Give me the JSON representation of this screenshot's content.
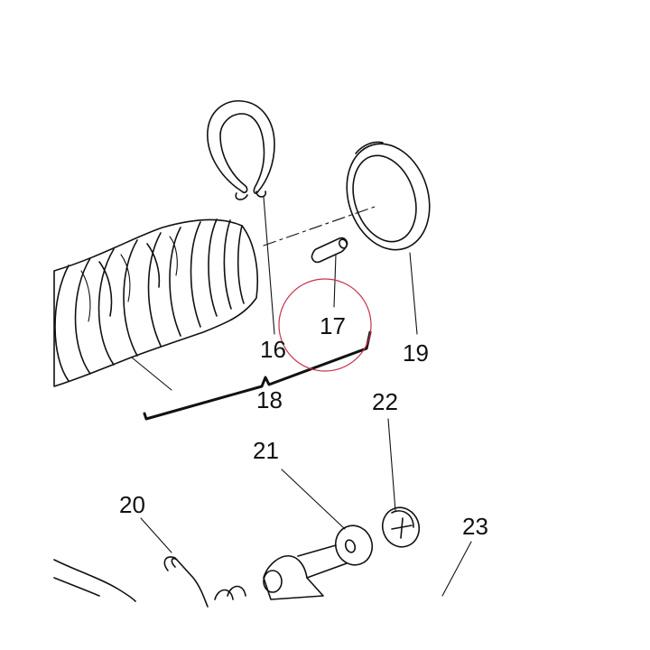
{
  "diagram": {
    "callouts": {
      "c16": "16",
      "c17": "17",
      "c18": "18",
      "c19": "19",
      "c20": "20",
      "c21": "21",
      "c22": "22",
      "c23": "23"
    },
    "highlight_color": "#c8324a"
  }
}
